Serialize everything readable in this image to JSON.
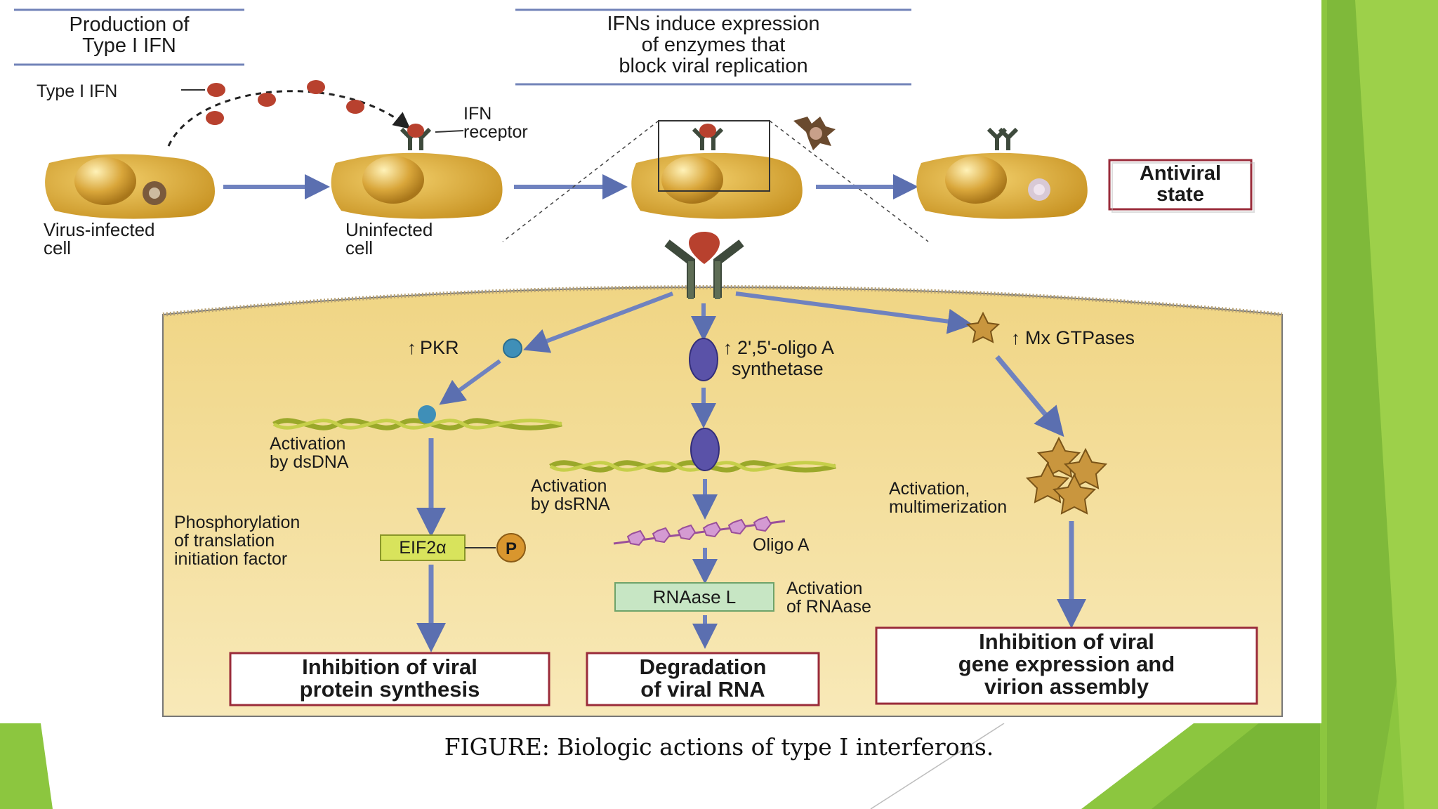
{
  "caption": "FIGURE: Biologic actions of type I interferons.",
  "header": {
    "left_title": [
      "Production of",
      "Type I IFN"
    ],
    "center_title": [
      "IFNs induce expression",
      "of enzymes that",
      "block viral replication"
    ]
  },
  "labels": {
    "type_i_ifn": "Type I IFN",
    "ifn_receptor": [
      "IFN",
      "receptor"
    ],
    "virus_infected_cell": [
      "Virus-infected",
      "cell"
    ],
    "uninfected_cell": [
      "Uninfected",
      "cell"
    ],
    "antiviral_state": [
      "Antiviral",
      "state"
    ]
  },
  "pathways": {
    "pkr": {
      "name": "PKR",
      "activation": [
        "Activation",
        "by dsDNA"
      ],
      "phosphorylation": [
        "Phosphorylation",
        "of translation",
        "initiation factor"
      ],
      "factor": "EIF2α",
      "phospho": "P",
      "result": [
        "Inhibition of viral",
        "protein synthesis"
      ]
    },
    "oas": {
      "name": [
        "2',5'-oligo A",
        "synthetase"
      ],
      "activation": [
        "Activation",
        "by dsRNA"
      ],
      "oligo": "Oligo A",
      "rnaase": "RNAase L",
      "rnaase_activation": [
        "Activation",
        "of RNAase"
      ],
      "result": [
        "Degradation",
        "of viral RNA"
      ]
    },
    "mx": {
      "name": "Mx GTPases",
      "activation": [
        "Activation,",
        "multimerization"
      ],
      "result": [
        "Inhibition of viral",
        "gene expression and",
        "virion assembly"
      ]
    }
  },
  "colors": {
    "cell": "#d4a431",
    "cytoplasm": "#f3dc97",
    "arrow": "#6f82bf",
    "box_border": "#9a2b3a",
    "green_bg": "#8cc63f"
  }
}
